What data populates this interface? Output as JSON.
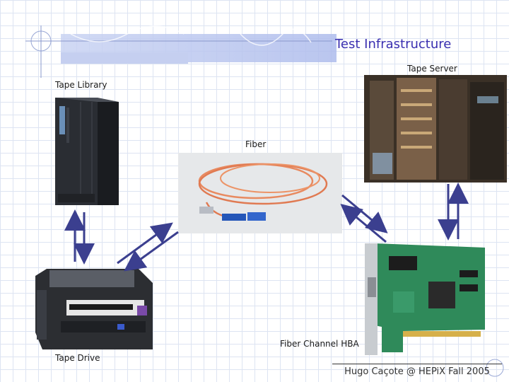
{
  "title": "Test Infrastructure",
  "labels": {
    "tape_server": "Tape Server",
    "tape_library": "Tape Library",
    "fiber": "Fiber",
    "fiber_channel_hba": "Fiber Channel HBA",
    "tape_drive": "Tape Drive"
  },
  "footer": "Hugo Caçote @ HEPiX Fall 2005",
  "colors": {
    "title": "#3a2fb0",
    "arrow": "#3b3f8f"
  }
}
